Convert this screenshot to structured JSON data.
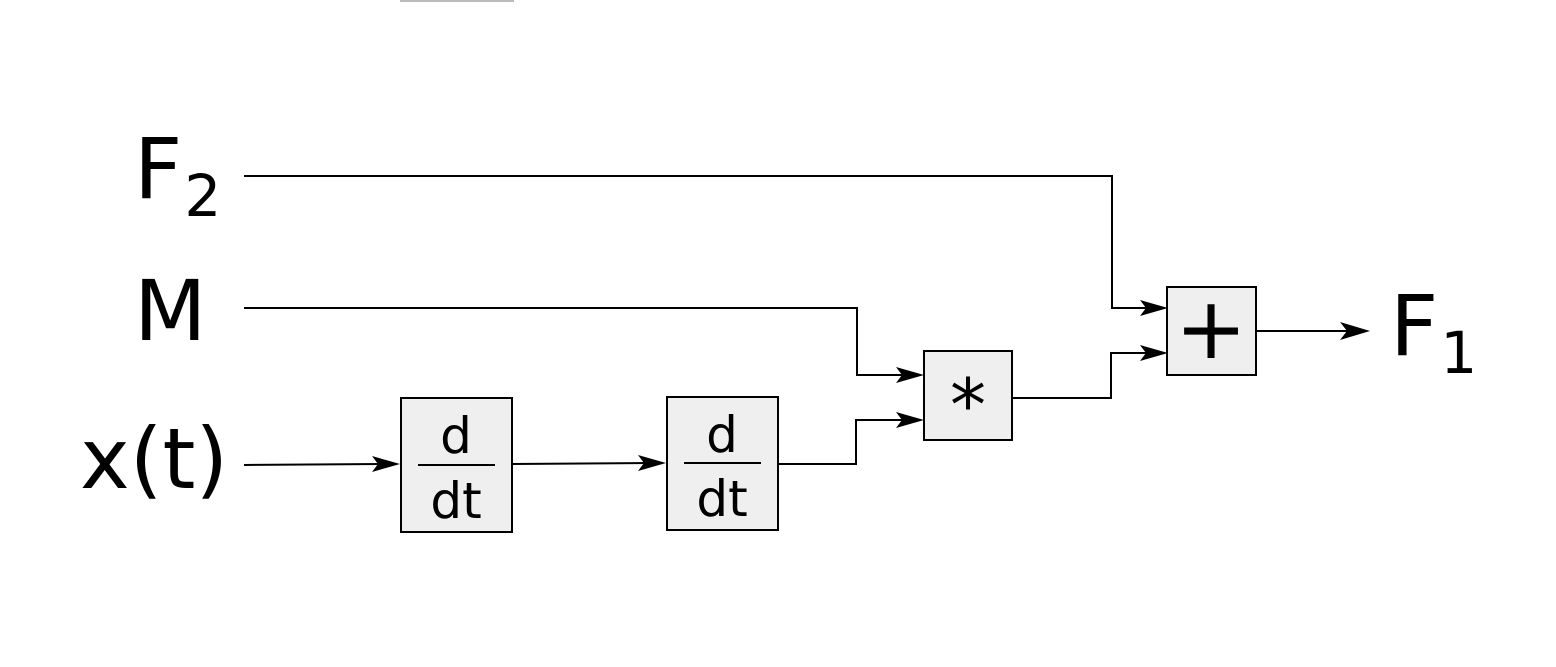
{
  "colors": {
    "block_fill": "#efefef",
    "line": "#000000",
    "background": "#ffffff"
  },
  "inputs": {
    "f2": {
      "main": "F",
      "sub": "2"
    },
    "m": {
      "main": "M"
    },
    "x": {
      "main": "x(t)"
    }
  },
  "output": {
    "main": "F",
    "sub": "1"
  },
  "blocks": {
    "diff1": {
      "numerator": "d",
      "denominator": "dt"
    },
    "diff2": {
      "numerator": "d",
      "denominator": "dt"
    },
    "multiply": {
      "symbol": "*"
    },
    "sum": {
      "symbol": "+"
    }
  }
}
